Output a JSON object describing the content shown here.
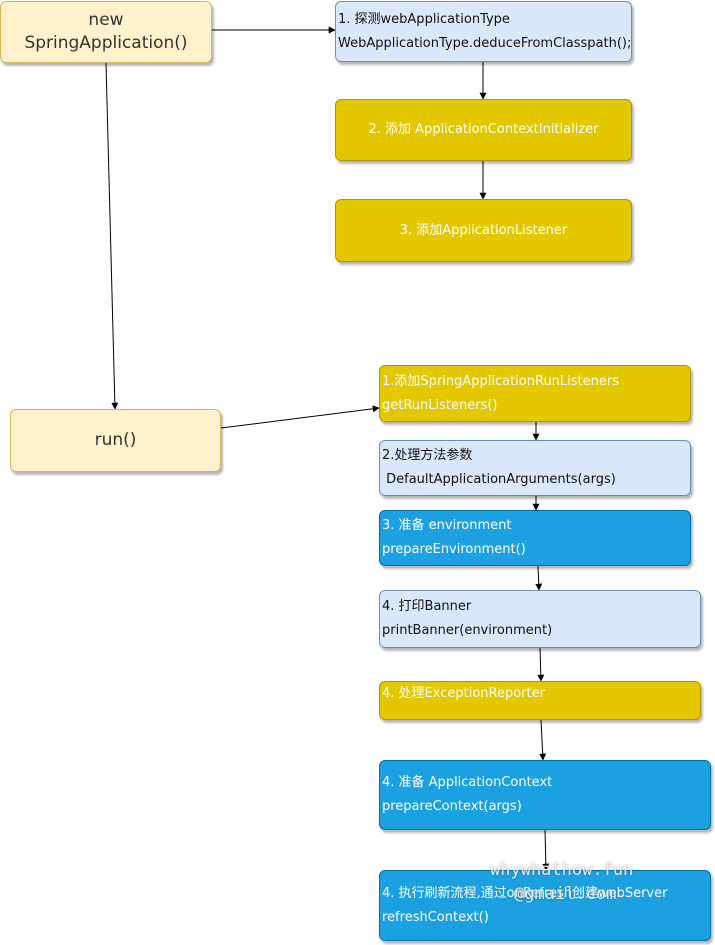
{
  "nodes": {
    "new_app": {
      "lines": [
        "new",
        "SpringApplication()"
      ]
    },
    "step1": {
      "lines": [
        "1. 探测webApplicationType",
        "WebApplicationType.deduceFromClasspath();"
      ]
    },
    "step2": {
      "lines": [
        "2. 添加 ApplicationContextInitializer"
      ]
    },
    "step3": {
      "lines": [
        "3. 添加ApplicationListener"
      ]
    },
    "run": {
      "lines": [
        "run()"
      ]
    },
    "run1": {
      "lines": [
        "1.添加SpringApplicationRunListeners",
        "getRunListeners()"
      ]
    },
    "run2": {
      "lines": [
        "2.处理方法参数",
        " DefaultApplicationArguments(args)"
      ]
    },
    "run3": {
      "lines": [
        "3. 准备 environment",
        "prepareEnvironment()"
      ]
    },
    "run4a": {
      "lines": [
        "4. 打印Banner",
        "printBanner(environment)"
      ]
    },
    "run4b": {
      "lines": [
        "4. 处理ExceptionReporter"
      ]
    },
    "run4c": {
      "lines": [
        "4. 准备 ApplicationContext",
        "prepareContext(args)"
      ]
    },
    "run4d": {
      "lines": [
        "4. 执行刷新流程,通过onRefresh创建webServer",
        "refreshContext()"
      ]
    }
  },
  "watermark": {
    "lines": [
      "whywhathow.fun",
      "@gmail.com"
    ]
  },
  "colors": {
    "cream": "#fff2cc",
    "light_blue": "#dae8fc",
    "gold": "#e3c800",
    "blue": "#1ba1e2",
    "edge": "#000000"
  }
}
